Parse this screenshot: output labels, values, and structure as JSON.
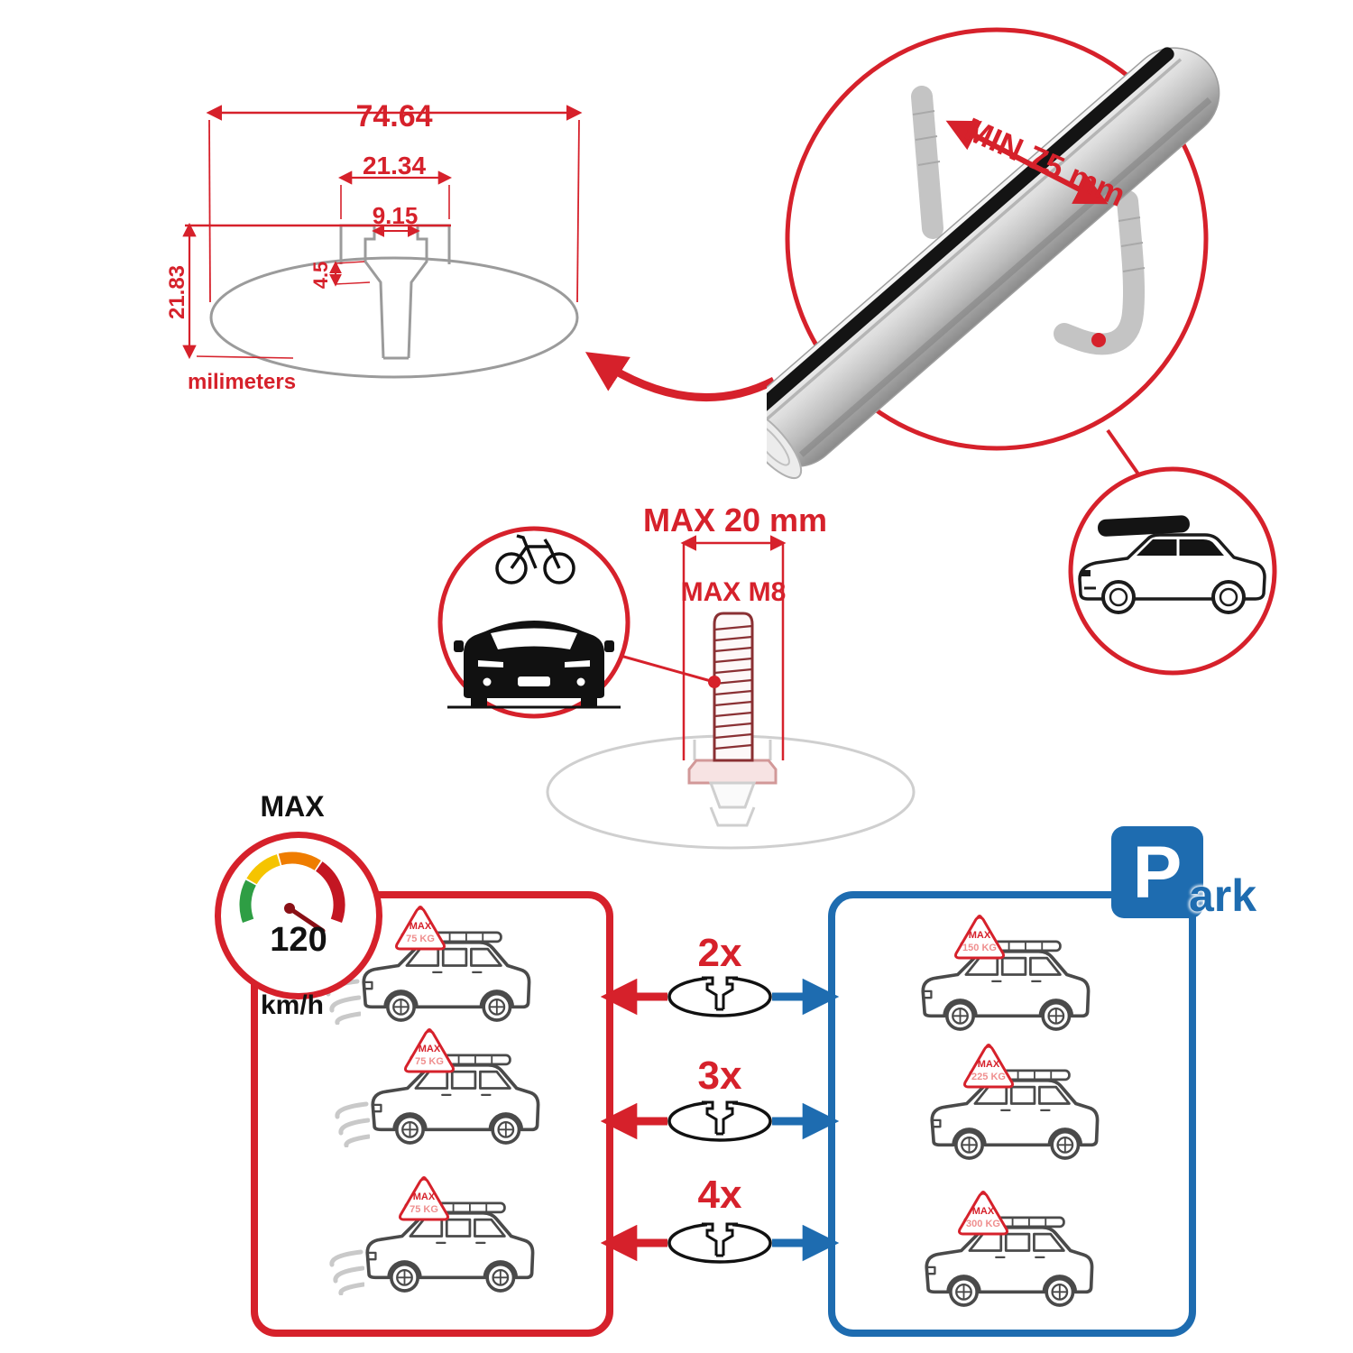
{
  "colors": {
    "red": "#d6212b",
    "blue": "#1e6cb0",
    "gray": "#9b9b9b",
    "dark": "#1c1c1c"
  },
  "profile_diagram": {
    "width_total": "74.64",
    "slot_width_outer": "21.34",
    "slot_width_inner": "9.15",
    "lip_depth": "4.5",
    "height_total": "21.83",
    "units_label": "milimeters"
  },
  "bar_detail": {
    "min_clamp_span": "MIN 75 mm"
  },
  "bolt_detail": {
    "max_bolt_length": "MAX 20 mm",
    "max_thread_size": "MAX M8"
  },
  "speed_limit": {
    "label": "MAX",
    "value": "120",
    "unit": "km/h"
  },
  "parking_sign": {
    "letter": "P",
    "suffix": "ark"
  },
  "load_info": {
    "driving_cars": [
      {
        "badge_label": "MAX",
        "badge_value": "75 KG"
      },
      {
        "badge_label": "MAX",
        "badge_value": "75 KG"
      },
      {
        "badge_label": "MAX",
        "badge_value": "75 KG"
      }
    ],
    "bar_counts": [
      "2x",
      "3x",
      "4x"
    ],
    "parked_cars": [
      {
        "badge_label": "MAX",
        "badge_value": "150 KG"
      },
      {
        "badge_label": "MAX",
        "badge_value": "225 KG"
      },
      {
        "badge_label": "MAX",
        "badge_value": "300 KG"
      }
    ]
  }
}
